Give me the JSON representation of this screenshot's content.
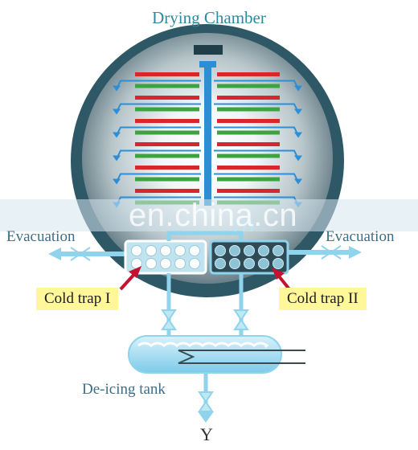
{
  "title": "Drying Chamber",
  "labels": {
    "evacuation_left": "Evacuation",
    "evacuation_right": "Evacuation",
    "cold_trap_1": "Cold trap I",
    "cold_trap_2": "Cold trap II",
    "deicing_tank": "De-icing tank",
    "outlet_symbol": "Y"
  },
  "watermark": "en.china.cn",
  "colors": {
    "chamber_shell": "#2f5866",
    "shelf_red": "#d8262d",
    "shelf_green": "#3da33f",
    "flow_arrow": "#2c8fd6",
    "pipe": "#8fd3ec",
    "label_highlight": "#fff799",
    "arrow_pointer": "#c41230"
  },
  "shelves_per_side": 12
}
